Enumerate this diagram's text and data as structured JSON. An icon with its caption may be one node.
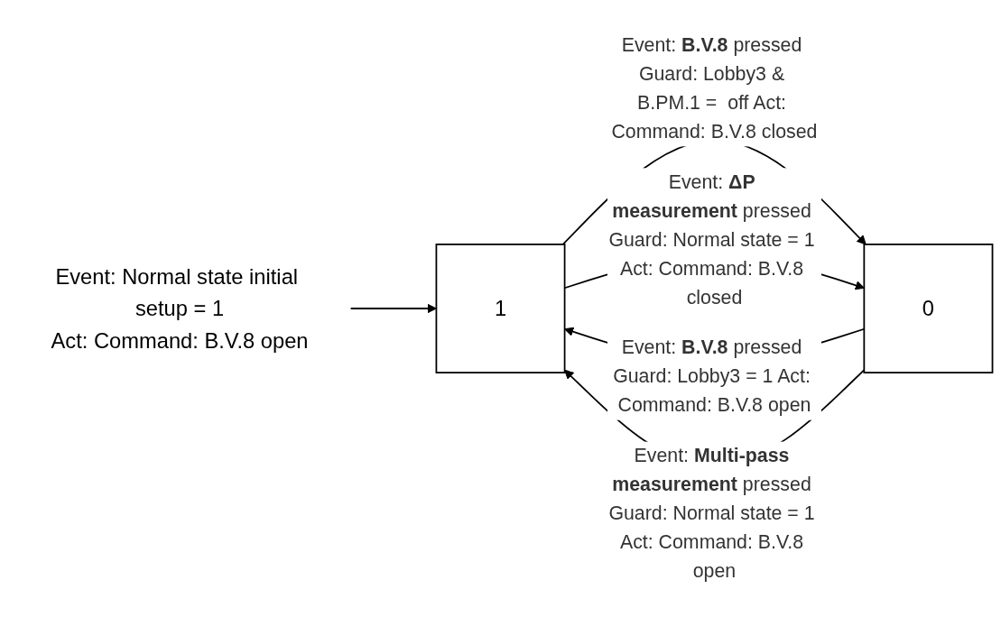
{
  "diagram": {
    "nodes": [
      {
        "text": [
          "Event: Normal state initial setup = 1",
          "Act: Command: B.V.8 open"
        ]
      },
      {
        "text": [
          "1"
        ]
      },
      {
        "text": [
          "0"
        ]
      }
    ],
    "edges": [
      {
        "from": 0,
        "to": 1,
        "arrow": "to"
      },
      {
        "from": 1,
        "to": 2,
        "arrow": "to",
        "label": "Event: **B.V.8** pressed Guard: Lobby3 & B.PM.1 =  off Act: Command: B.V.8 closed"
      },
      {
        "from": 1,
        "to": 2,
        "arrow": "to",
        "label": "Event: **ΔP measurement** pressed Guard: Normal state = 1 Act: Command: B.V.8 closed"
      },
      {
        "from": 2,
        "to": 1,
        "arrow": "to",
        "label": "Event: **B.V.8** pressed Guard: Lobby3 = 1 Act: Command: B.V.8 open"
      },
      {
        "from": 2,
        "to": 1,
        "arrow": "to",
        "label": "Event: **Multi-pass measurement** pressed Guard: Normal state = 1 Act: Command: B.V.8 open"
      }
    ]
  }
}
